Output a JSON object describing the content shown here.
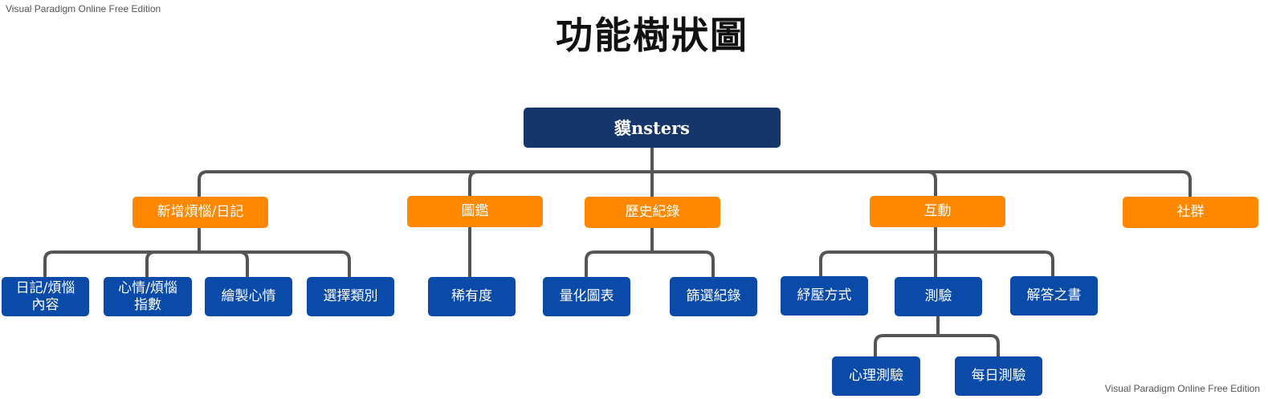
{
  "watermark": "Visual Paradigm Online Free Edition",
  "title": "功能樹狀圖",
  "root": "貘nsters",
  "categories": {
    "add_worry": "新增煩惱/日記",
    "gallery": "圖鑑",
    "history": "歷史紀錄",
    "interaction": "互動",
    "community": "社群"
  },
  "leaves": {
    "diary_content": "日記/煩惱\n內容",
    "mood_index": "心情/煩惱\n指數",
    "draw_mood": "繪製心情",
    "choose_category": "選擇類別",
    "rarity": "稀有度",
    "chart": "量化圖表",
    "filter_records": "篩選紀錄",
    "stress_relief": "紓壓方式",
    "quiz": "測驗",
    "answer_book": "解答之書",
    "psych_quiz": "心理測驗",
    "daily_quiz": "每日測驗"
  },
  "colors": {
    "root": "#16356a",
    "category": "#ff8800",
    "leaf": "#0a4aa8",
    "connector": "#555555"
  }
}
